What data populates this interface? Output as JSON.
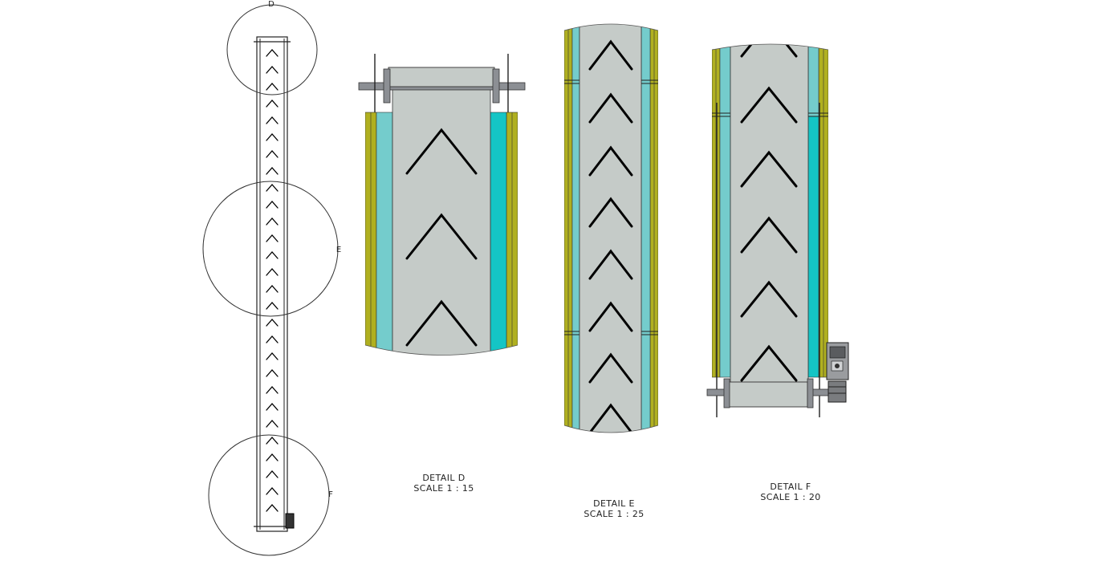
{
  "colors": {
    "belt": "#c5cbc8",
    "cyan_rail": "#14c5c5",
    "light_cyan": "#74cccc",
    "olive": "#b0b020",
    "olive_dark": "#808010",
    "shaft": "#8c8f94",
    "chevron": "#000000",
    "outline": "#333333"
  },
  "callouts": [
    {
      "id": "D"
    },
    {
      "id": "E"
    },
    {
      "id": "F"
    }
  ],
  "details": [
    {
      "name": "DETAIL D",
      "scale": "SCALE 1 : 15"
    },
    {
      "name": "DETAIL E",
      "scale": "SCALE 1 : 25"
    },
    {
      "name": "DETAIL F",
      "scale": "SCALE 1 : 20"
    }
  ]
}
